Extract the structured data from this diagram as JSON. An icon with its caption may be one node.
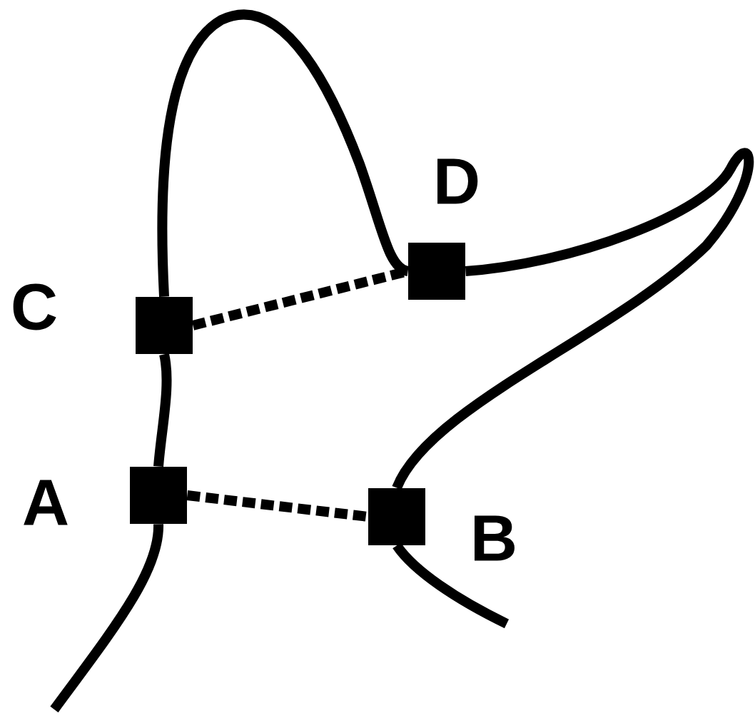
{
  "diagram": {
    "nodes": [
      {
        "text": [],
        "shape": "box",
        "beside": [
          "D"
        ]
      },
      {
        "text": [],
        "shape": "box",
        "beside": [
          "C"
        ]
      },
      {
        "text": [],
        "shape": "box",
        "beside": [
          "A"
        ]
      },
      {
        "text": [],
        "shape": "box",
        "beside": [
          "B"
        ]
      }
    ],
    "edges": [
      {
        "from": 1,
        "to": 0,
        "arrow": "none",
        "style": "dashed"
      },
      {
        "from": 2,
        "to": 3,
        "arrow": "none",
        "style": "dashed"
      },
      {
        "from": 2,
        "to": 1,
        "arrow": "none"
      },
      {
        "from": 1,
        "to": 0,
        "arrow": "none"
      },
      {
        "from": 0,
        "to": 3,
        "arrow": "none"
      }
    ]
  }
}
